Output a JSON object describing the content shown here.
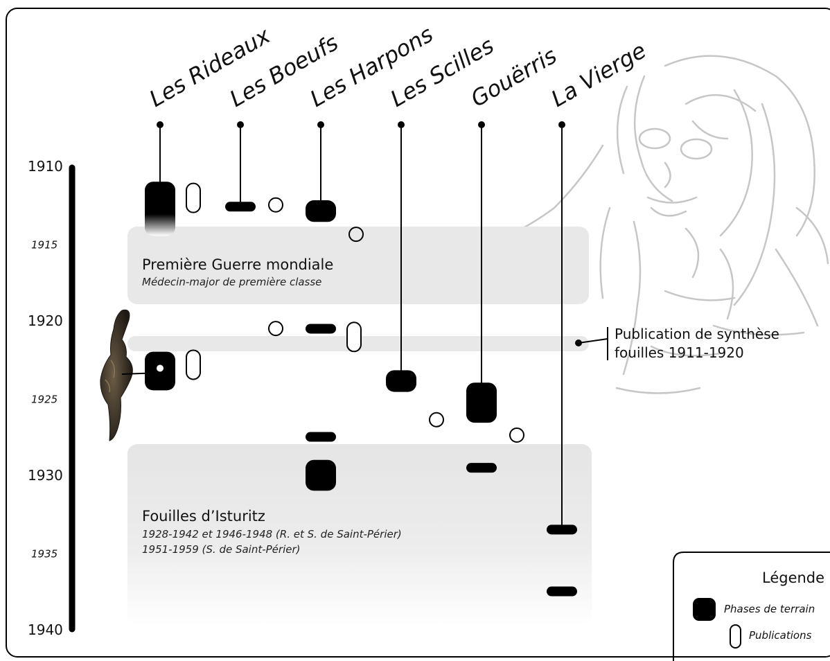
{
  "sites": [
    "Les Rideaux",
    "Les Boeufs",
    "Les Harpons",
    "Les Scilles",
    "Gouërris",
    "La Vierge"
  ],
  "years": [
    {
      "label": "1910",
      "italic": false
    },
    {
      "label": "1915",
      "italic": true
    },
    {
      "label": "1920",
      "italic": false
    },
    {
      "label": "1925",
      "italic": true
    },
    {
      "label": "1930",
      "italic": false
    },
    {
      "label": "1935",
      "italic": true
    },
    {
      "label": "1940",
      "italic": false
    }
  ],
  "bands": {
    "war": {
      "title": "Première Guerre mondiale",
      "subtitle": "Médecin-major de première classe"
    },
    "isturitz": {
      "title": "Fouilles d’Isturitz",
      "line1": "1928-1942 et 1946-1948 (R. et S. de Saint-Périer)",
      "line2": "1951-1959 (S. de Saint-Périer)"
    }
  },
  "synthesis": {
    "line1": "Publication de synthèse",
    "line2": "fouilles 1911-1920"
  },
  "legend": {
    "title": "Légende",
    "fieldwork": "Phases de terrain",
    "publications": "Publications"
  },
  "fieldwork": [
    {
      "site": "Les Rideaux",
      "start": 1911.0,
      "end": 1914.5,
      "fade": true
    },
    {
      "site": "Les Rideaux",
      "start": 1922.0,
      "end": 1924.5
    },
    {
      "site": "Les Boeufs",
      "start": 1912.3,
      "end": 1912.8
    },
    {
      "site": "Les Harpons",
      "start": 1912.2,
      "end": 1913.6
    },
    {
      "site": "Les Harpons",
      "start": 1920.2,
      "end": 1920.8
    },
    {
      "site": "Les Harpons",
      "start": 1927.2,
      "end": 1927.8
    },
    {
      "site": "Les Harpons",
      "start": 1929.0,
      "end": 1931.0
    },
    {
      "site": "Les Scilles",
      "start": 1923.2,
      "end": 1924.6
    },
    {
      "site": "Gouërris",
      "start": 1924.0,
      "end": 1926.6
    },
    {
      "site": "Gouërris",
      "start": 1929.2,
      "end": 1929.8
    },
    {
      "site": "La Vierge",
      "start": 1933.2,
      "end": 1933.8
    },
    {
      "site": "La Vierge",
      "start": 1937.2,
      "end": 1937.8
    }
  ],
  "publications": [
    {
      "site": "Les Rideaux",
      "year": 1912,
      "shape": "oval"
    },
    {
      "site": "Les Rideaux",
      "year": 1922.8,
      "shape": "oval"
    },
    {
      "site": "Les Boeufs",
      "year": 1912.5,
      "shape": "circle"
    },
    {
      "site": "Les Boeufs",
      "year": 1920.5,
      "shape": "circle"
    },
    {
      "site": "Les Harpons",
      "year": 1914.4,
      "shape": "circle",
      "grey": true
    },
    {
      "site": "Les Harpons",
      "year": 1921.0,
      "shape": "oval"
    },
    {
      "site": "Les Scilles",
      "year": 1926.4,
      "shape": "circle"
    },
    {
      "site": "Gouërris",
      "year": 1927.4,
      "shape": "circle"
    }
  ],
  "colors": {
    "ink": "#000000",
    "band": "#e8e8e8",
    "sketch": "#c6c6c6",
    "artifact": "#3a3226"
  }
}
